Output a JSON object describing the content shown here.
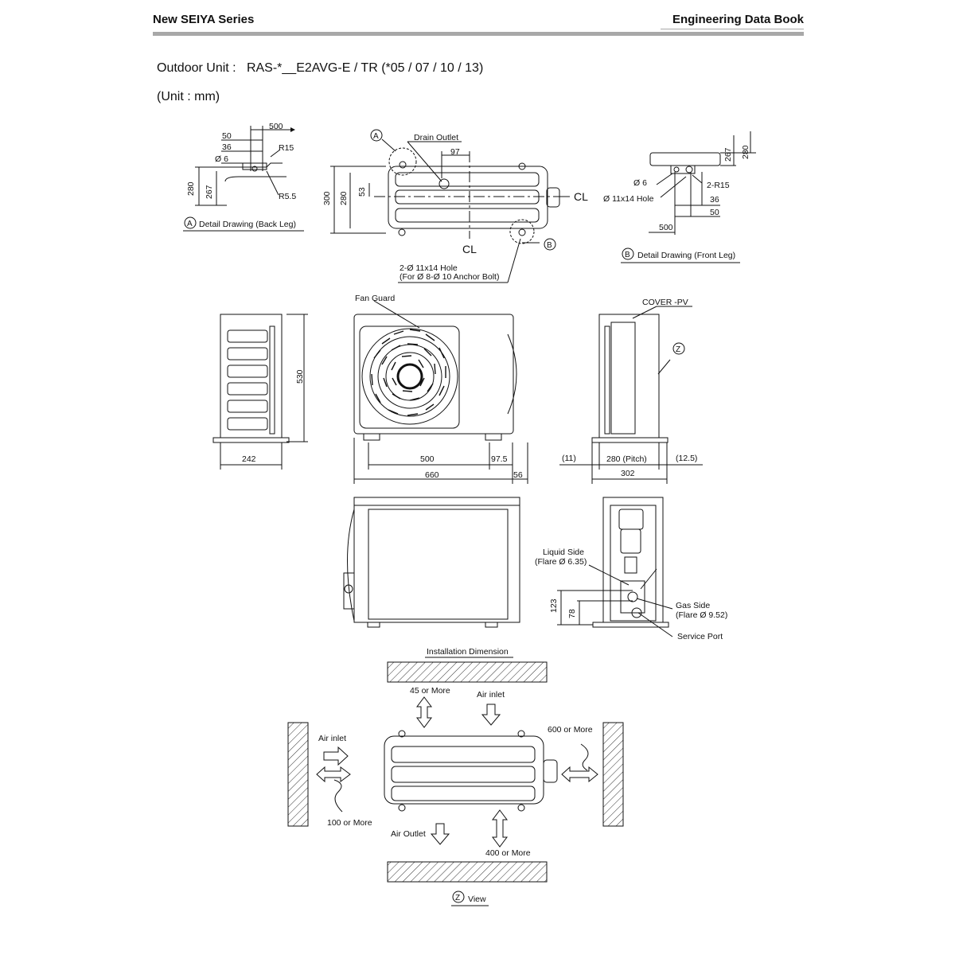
{
  "header": {
    "series": "New SEIYA Series",
    "book": "Engineering Data Book"
  },
  "title": {
    "label": "Outdoor Unit :",
    "model": "RAS-*__E2AVG-E / TR (*05 / 07 / 10 / 13)",
    "unit": "(Unit : mm)"
  },
  "back_leg": {
    "caption_letter": "A",
    "caption": "Detail Drawing (Back Leg)",
    "dims": {
      "d500": "500",
      "d50": "50",
      "d36": "36",
      "r15": "R15",
      "dia6": "Ø 6",
      "r55": "R5.5",
      "d280": "280",
      "d267": "267"
    }
  },
  "top_view": {
    "marker": "A",
    "drain_outlet": "Drain Outlet",
    "d97": "97",
    "d53": "53",
    "d300": "300",
    "d280": "280",
    "cl_right": "CL",
    "cl_bottom": "CL",
    "marker_b": "B",
    "hole_note_1": "2-Ø 11x14 Hole",
    "hole_note_2": "(For Ø 8-Ø 10 Anchor Bolt)"
  },
  "front_leg": {
    "caption_letter": "B",
    "caption": "Detail Drawing (Front Leg)",
    "dims": {
      "d267": "267",
      "d280": "280",
      "dia6": "Ø 6",
      "r15": "2-R15",
      "hole": "Ø 11x14 Hole",
      "d36": "36",
      "d50": "50",
      "d500": "500"
    }
  },
  "side_left": {
    "d530": "530",
    "d242": "242"
  },
  "front_view": {
    "fan_guard": "Fan Guard",
    "d500": "500",
    "d975": "97.5",
    "d660": "660",
    "d56": "56"
  },
  "side_right": {
    "cover": "COVER -PV",
    "marker_z": "Z",
    "d11": "(11)",
    "d280": "280",
    "pitch": "(Pitch)",
    "d125": "(12.5)",
    "d302": "302"
  },
  "pipe_view": {
    "liquid_1": "Liquid Side",
    "liquid_2": "(Flare Ø 6.35)",
    "gas_1": "Gas Side",
    "gas_2": "(Flare Ø 9.52)",
    "service": "Service Port",
    "d123": "123",
    "d78": "78"
  },
  "installation": {
    "title": "Installation Dimension",
    "top_clear": "45 or More",
    "air_inlet_top": "Air inlet",
    "air_inlet_left": "Air inlet",
    "right_clear": "600 or More",
    "left_clear": "100 or More",
    "air_outlet": "Air Outlet",
    "bottom_clear": "400 or More",
    "view_letter": "Z",
    "view": "View"
  }
}
